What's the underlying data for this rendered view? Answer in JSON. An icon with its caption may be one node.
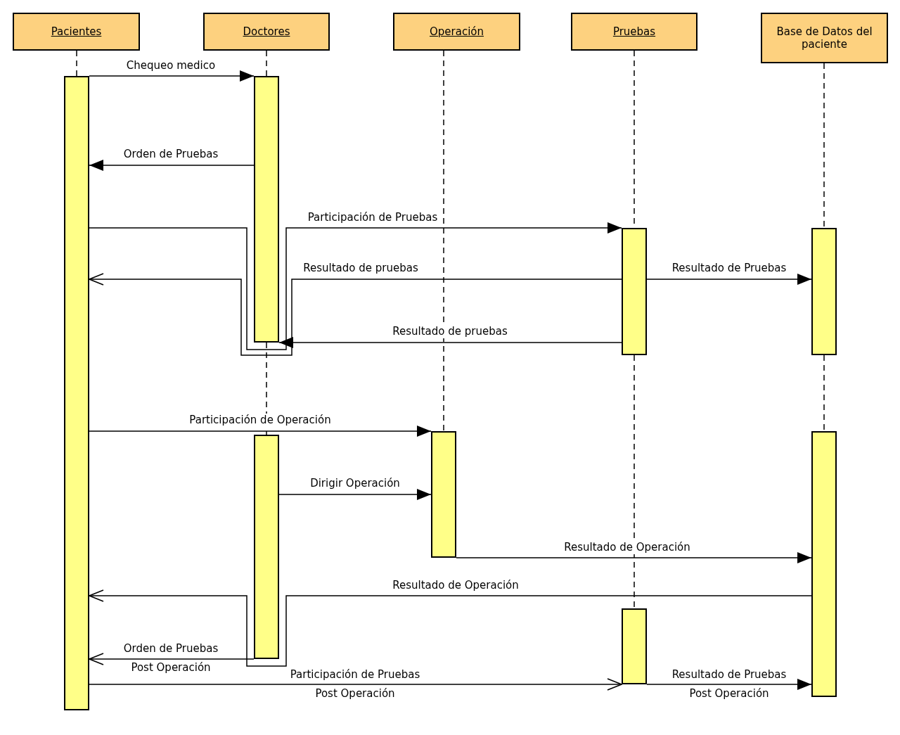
{
  "diagram": {
    "nodes": [
      {
        "text": [
          "Pacientes"
        ]
      },
      {
        "text": [
          "Doctores"
        ]
      },
      {
        "text": [
          "Operación"
        ]
      },
      {
        "text": [
          "Pruebas"
        ]
      },
      {
        "text": [
          "Base de Datos del paciente"
        ]
      },
      {
        "text": [],
        "shape": "bar"
      },
      {
        "text": [],
        "shape": "bar"
      },
      {
        "text": [],
        "shape": "bar"
      },
      {
        "text": [],
        "shape": "bar"
      },
      {
        "text": [],
        "shape": "bar"
      },
      {
        "text": [],
        "shape": "bar"
      },
      {
        "text": [],
        "shape": "bar"
      },
      {
        "text": [],
        "shape": "bar"
      }
    ],
    "edges": [
      {
        "from": 5,
        "to": 6,
        "arrow": "to",
        "label": "Chequeo medico"
      },
      {
        "from": 6,
        "to": 5,
        "arrow": "to",
        "label": "Orden de Pruebas"
      },
      {
        "from": 5,
        "to": 9,
        "arrow": "to",
        "label": "Participación de Pruebas"
      },
      {
        "from": 9,
        "to": 5,
        "arrow": "to",
        "label": "Resultado de pruebas"
      },
      {
        "from": 9,
        "to": 11,
        "arrow": "to",
        "label": "Resultado de Pruebas"
      },
      {
        "from": 9,
        "to": 6,
        "arrow": "to",
        "label": "Resultado de pruebas"
      },
      {
        "from": 5,
        "to": 8,
        "arrow": "to",
        "label": "Participación de Operación"
      },
      {
        "from": 7,
        "to": 8,
        "arrow": "to",
        "label": "Dirigir Operación"
      },
      {
        "from": 8,
        "to": 12,
        "arrow": "to",
        "label": "Resultado de Operación"
      },
      {
        "from": 12,
        "to": 5,
        "arrow": "to",
        "label": "Resultado de Operación"
      },
      {
        "from": 7,
        "to": 5,
        "arrow": "to",
        "label": "Orden de Pruebas Post Operación"
      },
      {
        "from": 5,
        "to": 10,
        "arrow": "to",
        "label": "Participación de Pruebas Post Operación"
      },
      {
        "from": 10,
        "to": 12,
        "arrow": "to",
        "label": "Resultado de Pruebas Post Operación"
      },
      {
        "from": 0,
        "to": 5,
        "arrow": "none",
        "style": "dashed"
      },
      {
        "from": 1,
        "to": 6,
        "arrow": "none",
        "style": "dashed"
      },
      {
        "from": 6,
        "to": 7,
        "arrow": "none",
        "style": "dashed"
      },
      {
        "from": 2,
        "to": 8,
        "arrow": "none",
        "style": "dashed"
      },
      {
        "from": 3,
        "to": 9,
        "arrow": "none",
        "style": "dashed"
      },
      {
        "from": 9,
        "to": 10,
        "arrow": "none",
        "style": "dashed"
      },
      {
        "from": 4,
        "to": 11,
        "arrow": "none",
        "style": "dashed"
      },
      {
        "from": 11,
        "to": 12,
        "arrow": "none",
        "style": "dashed"
      }
    ]
  }
}
